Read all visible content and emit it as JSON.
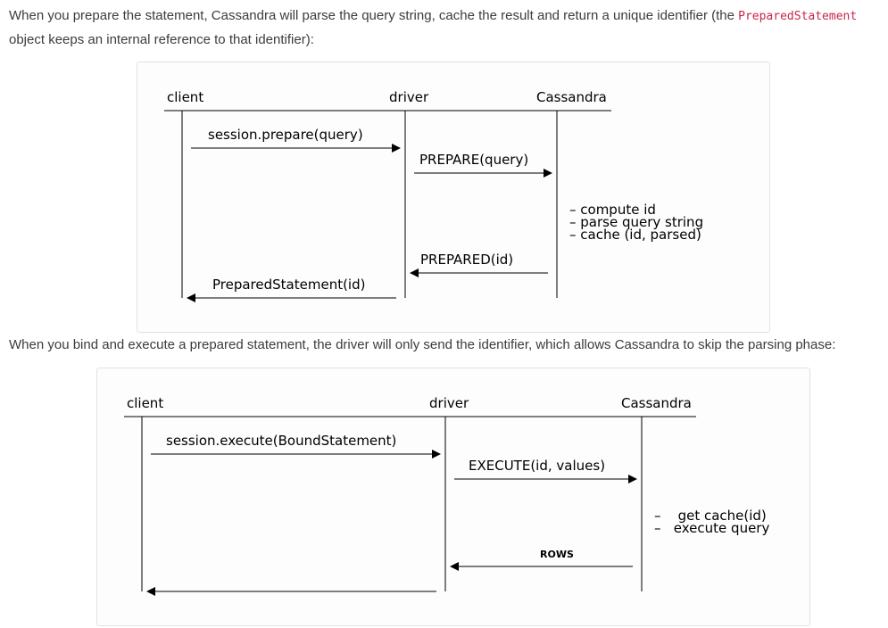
{
  "intro": {
    "before_code": "When you prepare the statement, Cassandra will parse the query string, cache the result and return a unique identifier (the ",
    "code": "PreparedStatement",
    "after_code": " object keeps an internal reference to that identifier):"
  },
  "diagram_prepare": {
    "actors": [
      "client",
      "driver",
      "Cassandra"
    ],
    "messages": [
      "session.prepare(query)",
      "PREPARE(query)",
      "PREPARED(id)",
      "PreparedStatement(id)"
    ],
    "notes": [
      "– compute id",
      "– parse query string",
      "– cache (id, parsed)"
    ]
  },
  "bind_text": "When you bind and execute a prepared statement, the driver will only send the identifier, which allows Cassandra to skip the parsing phase:",
  "diagram_execute": {
    "actors": [
      "client",
      "driver",
      "Cassandra"
    ],
    "messages": [
      "session.execute(BoundStatement)",
      "EXECUTE(id, values)",
      "ROWS"
    ],
    "notes": [
      "–    get cache(id)",
      "–   execute query"
    ]
  }
}
